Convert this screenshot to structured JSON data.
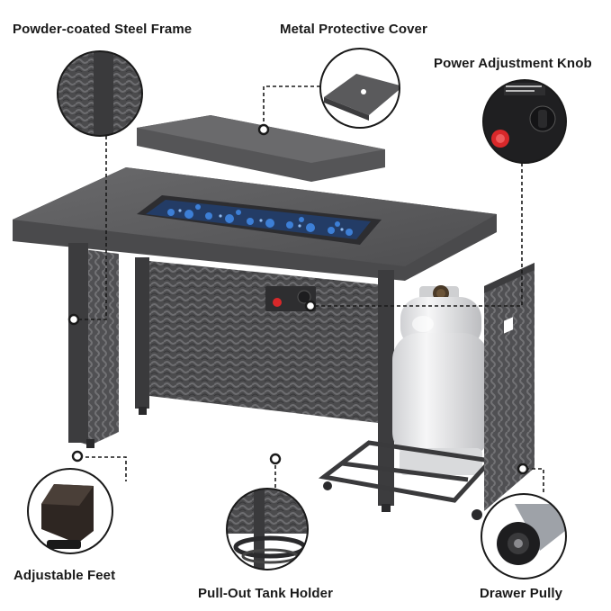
{
  "labels": {
    "frame": "Powder-coated Steel Frame",
    "cover": "Metal Protective Cover",
    "knob": "Power Adjustment Knob",
    "feet": "Adjustable Feet",
    "tank": "Pull-Out Tank Holder",
    "pully": "Drawer Pully"
  },
  "colors": {
    "table_top": "#5a5a5c",
    "wicker": "#4a4a4c",
    "frame_leg": "#3e3e40",
    "glass": "#2f6fc4",
    "tank": "#e8e8ea",
    "accent_red": "#d8282a"
  }
}
